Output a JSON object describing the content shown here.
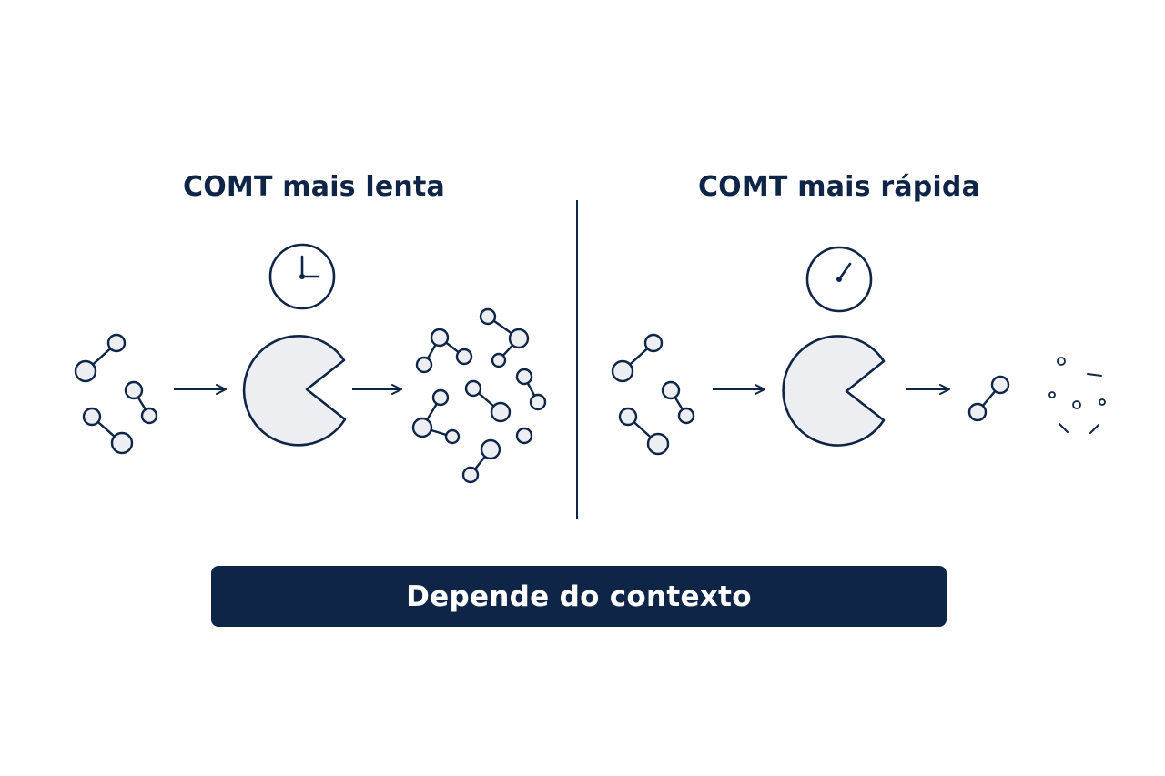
{
  "colors": {
    "ink": "#0f2547",
    "fill": "#eceef2",
    "banner_bg": "#0f2547",
    "banner_text": "#ffffff",
    "background": "#ffffff"
  },
  "panels": {
    "left": {
      "title": "COMT mais lenta",
      "clock_icon": "clock-icon",
      "enzyme_icon": "pacman-enzyme-icon"
    },
    "right": {
      "title": "COMT mais rápida",
      "clock_icon": "clock-icon",
      "enzyme_icon": "pacman-enzyme-icon"
    }
  },
  "banner": {
    "text": "Depende do contexto"
  }
}
